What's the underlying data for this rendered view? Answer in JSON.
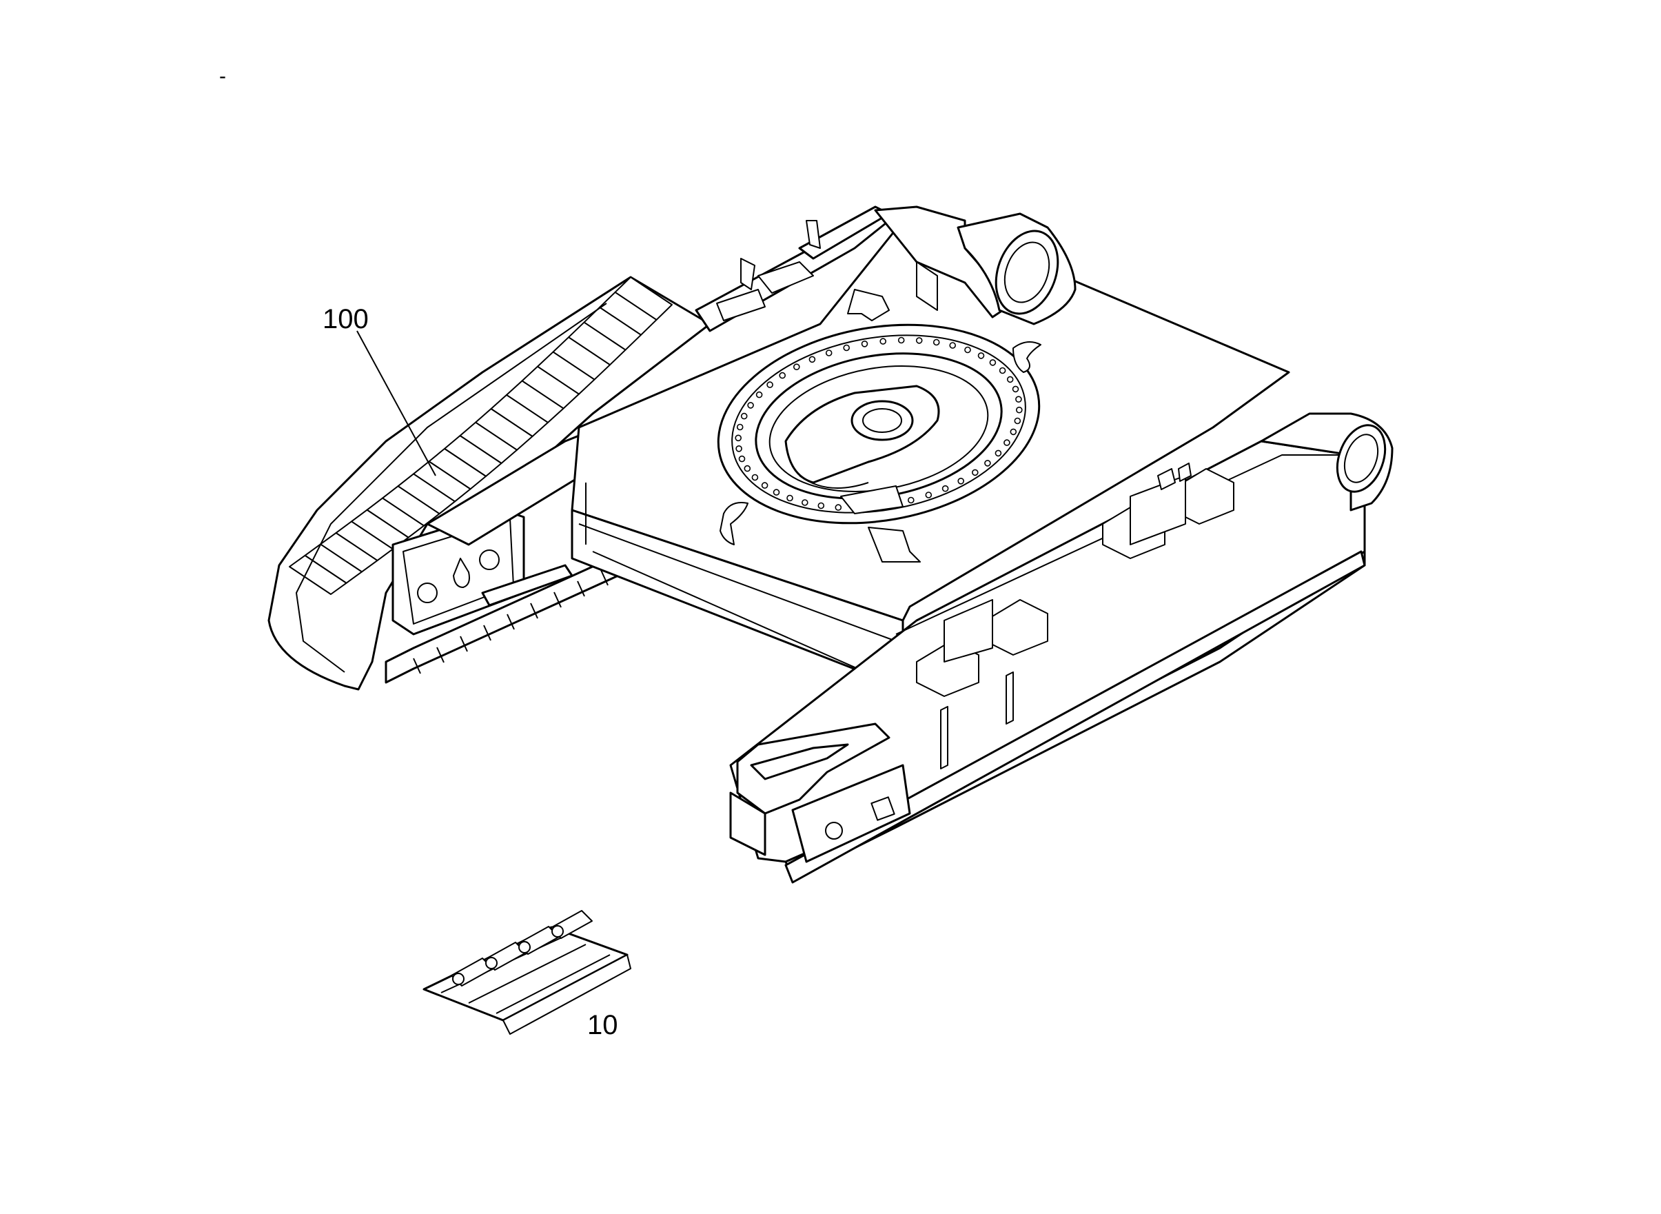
{
  "corner_mark": "-",
  "callouts": [
    {
      "id": "callout-100",
      "label": "100"
    },
    {
      "id": "callout-10",
      "label": "10"
    }
  ]
}
